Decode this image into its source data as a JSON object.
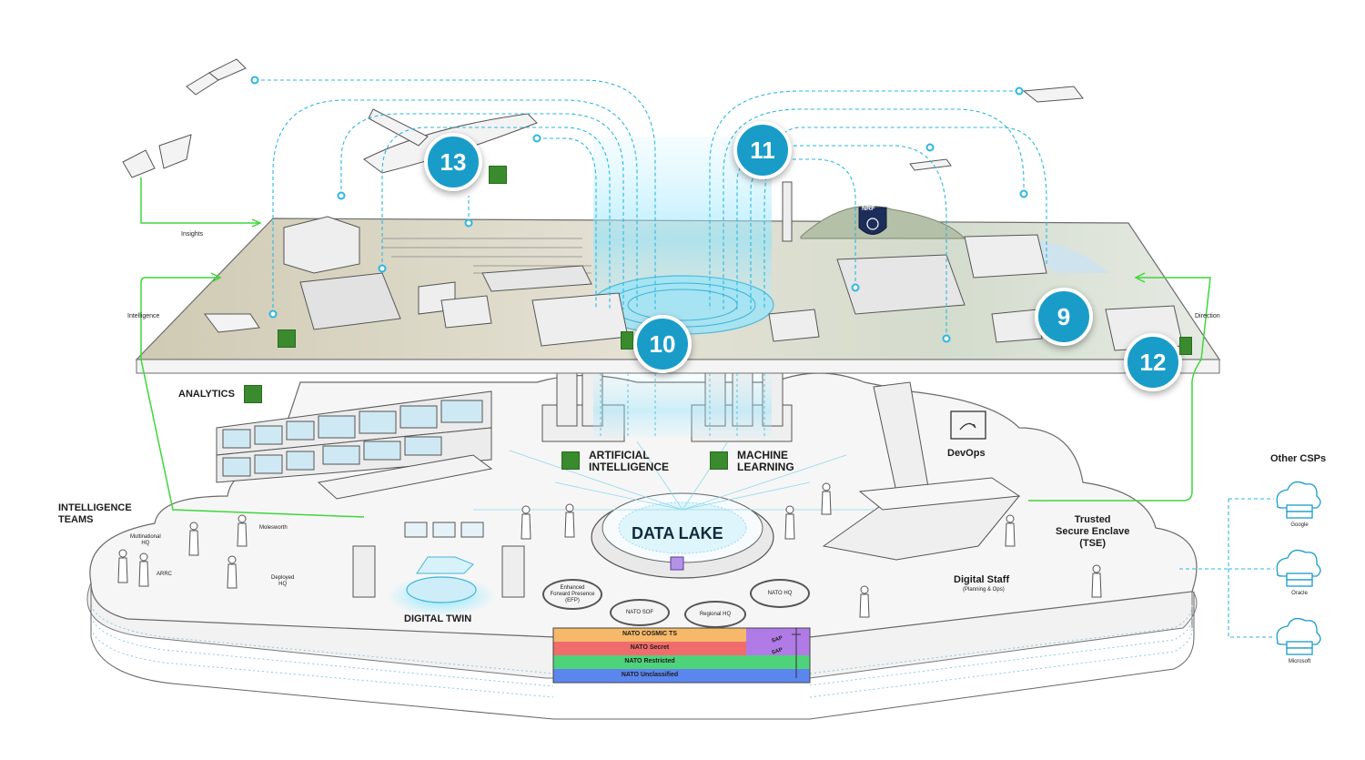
{
  "labels": {
    "insights": "Insights",
    "intelligence": "Intelligence",
    "direction": "Direction",
    "analytics": "ANALYTICS",
    "artificial_intelligence_1": "ARTIFICIAL",
    "artificial_intelligence_2": "INTELLIGENCE",
    "machine_learning_1": "MACHINE",
    "machine_learning_2": "LEARNING",
    "devops": "DevOps",
    "data_lake": "DATA LAKE",
    "digital_twin": "DIGITAL TWIN",
    "intelligence_teams_1": "INTELLIGENCE",
    "intelligence_teams_2": "TEAMS",
    "multinational_hq_1": "Multinational",
    "multinational_hq_2": "HQ",
    "arrc": "ARRC",
    "molesworth": "Molesworth",
    "deployed_hq_1": "Deployed",
    "deployed_hq_2": "HQ",
    "tse_1": "Trusted",
    "tse_2": "Secure Enclave",
    "tse_3": "(TSE)",
    "digital_staff": "Digital Staff",
    "digital_staff_sub": "(Planning & Ops)",
    "other_csps": "Other CSPs",
    "nrf": "NRF"
  },
  "csps": [
    {
      "name": "Google"
    },
    {
      "name": "Oracle"
    },
    {
      "name": "Microsoft"
    }
  ],
  "hubs": {
    "efp_1": "Enhanced",
    "efp_2": "Forward Presence",
    "efp_3": "(EFP)",
    "nato_sof": "NATO SOF",
    "regional_hq": "Regional HQ",
    "nato_hq": "NATO HQ"
  },
  "classification_bands": [
    {
      "label": "NATO  COSMIC TS",
      "color": "#f6b96a"
    },
    {
      "label": "NATO Secret",
      "color": "#f06c6c"
    },
    {
      "label": "NATO Restricted",
      "color": "#4fd37a"
    },
    {
      "label": "NATO Unclassified",
      "color": "#5a86ee"
    }
  ],
  "sap": {
    "label_1": "SAP",
    "label_2": "SAP",
    "color": "#b07be6"
  },
  "markers": [
    {
      "number": "13"
    },
    {
      "number": "11"
    },
    {
      "number": "10"
    },
    {
      "number": "9"
    },
    {
      "number": "12"
    }
  ],
  "colors": {
    "accent_blue": "#1a9cc9",
    "dashed_cyan": "#2bb7e0",
    "flow_green": "#3fd63a",
    "icon_green": "#3a8a2e",
    "plate": "#d9d6c6"
  }
}
